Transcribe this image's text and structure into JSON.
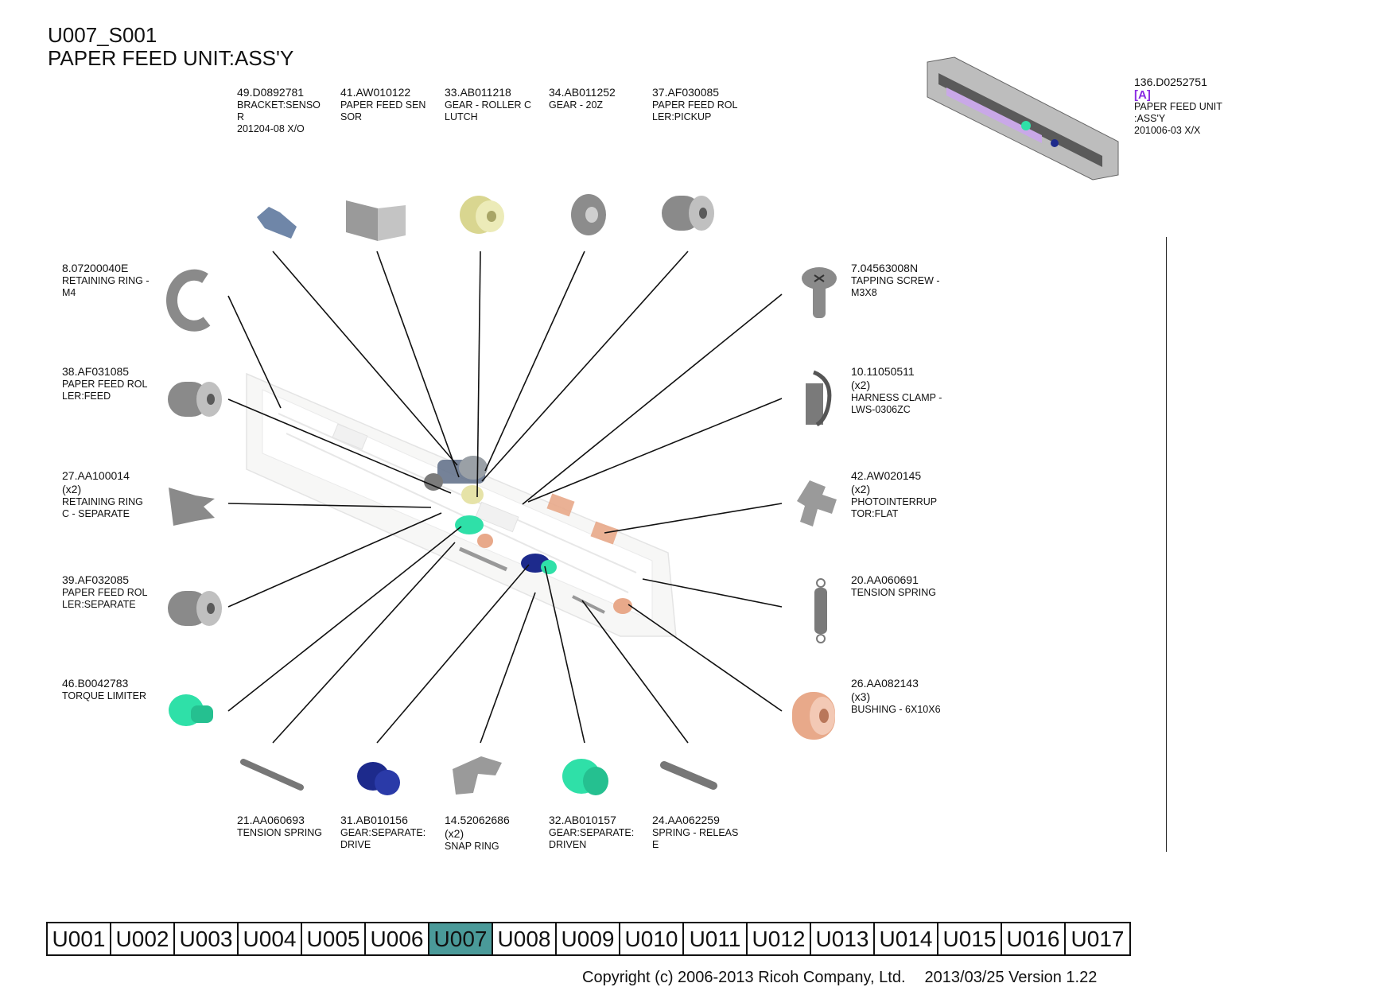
{
  "page": {
    "code": "U007_S001",
    "title": "PAPER FEED UNIT:ASS'Y"
  },
  "assembly": {
    "part_no": "136.D0252751",
    "ref": "[A]",
    "name_lines": [
      "PAPER FEED UNIT",
      ":ASS'Y",
      "201006-03 X/X"
    ]
  },
  "parts": [
    {
      "id": "p49",
      "no": "49.D0892781",
      "lines": [
        "BRACKET:SENSO",
        "R",
        "201204-08 X/O"
      ]
    },
    {
      "id": "p41",
      "no": "41.AW010122",
      "lines": [
        "PAPER FEED SEN",
        "SOR"
      ]
    },
    {
      "id": "p33",
      "no": "33.AB011218",
      "lines": [
        "GEAR - ROLLER C",
        "LUTCH"
      ]
    },
    {
      "id": "p34",
      "no": "34.AB011252",
      "lines": [
        "GEAR - 20Z"
      ]
    },
    {
      "id": "p37",
      "no": "37.AF030085",
      "lines": [
        "PAPER FEED ROL",
        "LER:PICKUP"
      ]
    },
    {
      "id": "p8",
      "no": "8.07200040E",
      "lines": [
        "RETAINING RING -",
        "M4"
      ]
    },
    {
      "id": "p38",
      "no": "38.AF031085",
      "lines": [
        "PAPER FEED ROL",
        "LER:FEED"
      ]
    },
    {
      "id": "p27",
      "no": "27.AA100014",
      "lines": [
        "(x2)",
        "RETAINING RING",
        "C - SEPARATE"
      ]
    },
    {
      "id": "p39",
      "no": "39.AF032085",
      "lines": [
        "PAPER FEED ROL",
        "LER:SEPARATE"
      ]
    },
    {
      "id": "p46",
      "no": "46.B0042783",
      "lines": [
        "TORQUE LIMITER"
      ]
    },
    {
      "id": "p7",
      "no": "7.04563008N",
      "lines": [
        "TAPPING SCREW -",
        " M3X8"
      ]
    },
    {
      "id": "p10",
      "no": "10.11050511",
      "lines": [
        "(x2)",
        "HARNESS CLAMP -",
        " LWS-0306ZC"
      ]
    },
    {
      "id": "p42",
      "no": "42.AW020145",
      "lines": [
        "(x2)",
        "PHOTOINTERRUP",
        "TOR:FLAT"
      ]
    },
    {
      "id": "p20",
      "no": "20.AA060691",
      "lines": [
        "TENSION SPRING"
      ]
    },
    {
      "id": "p26",
      "no": "26.AA082143",
      "lines": [
        "(x3)",
        "BUSHING - 6X10X6"
      ]
    },
    {
      "id": "p21",
      "no": "21.AA060693",
      "lines": [
        "TENSION SPRING"
      ]
    },
    {
      "id": "p31",
      "no": "31.AB010156",
      "lines": [
        "GEAR:SEPARATE:",
        "DRIVE"
      ]
    },
    {
      "id": "p14",
      "no": "14.52062686",
      "lines": [
        "(x2)",
        "SNAP RING"
      ]
    },
    {
      "id": "p32",
      "no": "32.AB010157",
      "lines": [
        "GEAR:SEPARATE:",
        "DRIVEN"
      ]
    },
    {
      "id": "p24",
      "no": "24.AA062259",
      "lines": [
        "SPRING - RELEAS",
        "E"
      ]
    }
  ],
  "nav": {
    "tabs": [
      "U001",
      "U002",
      "U003",
      "U004",
      "U005",
      "U006",
      "U007",
      "U008",
      "U009",
      "U010",
      "U011",
      "U012",
      "U013",
      "U014",
      "U015",
      "U016",
      "U017"
    ],
    "active": "U007"
  },
  "footer": {
    "copyright": "Copyright (c) 2006-2013 Ricoh Company, Ltd.",
    "version": "2013/03/25 Version 1.22"
  },
  "colors": {
    "active_tab": "#4a9a99",
    "ref_label": "#8a2be2",
    "part_gray": "#8c8c8c",
    "part_blue": "#6f86a8",
    "part_yellow": "#e6e3a8",
    "part_green": "#2fe0a8",
    "part_navy": "#1d2a8c",
    "part_copper": "#e8a98a"
  }
}
